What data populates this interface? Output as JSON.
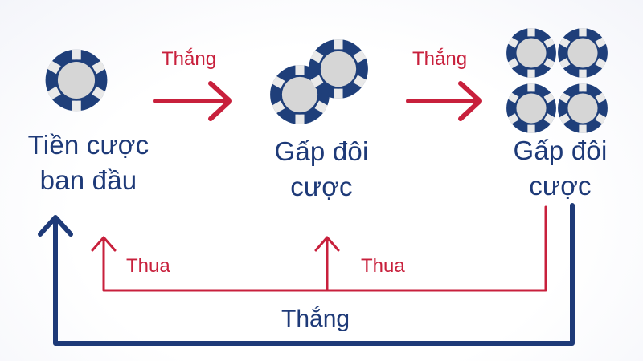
{
  "nodes": {
    "initial_bet": {
      "line1": "Tiền cược",
      "line2": "ban đầu"
    },
    "double_bet_1": {
      "line1": "Gấp đôi",
      "line2": "cược"
    },
    "double_bet_2": {
      "line1": "Gấp đôi",
      "line2": "cược"
    }
  },
  "edges": {
    "win_1": "Thắng",
    "win_2": "Thắng",
    "lose_1": "Thua",
    "lose_2": "Thua",
    "win_return": "Thắng"
  },
  "colors": {
    "chip_blue": "#1f3f7a",
    "chip_center": "#d6d6d6",
    "chip_notch": "#e9e9e9",
    "win_red": "#c8203c",
    "return_blue": "#1e3a78",
    "text_dark": "#1e3a78"
  }
}
